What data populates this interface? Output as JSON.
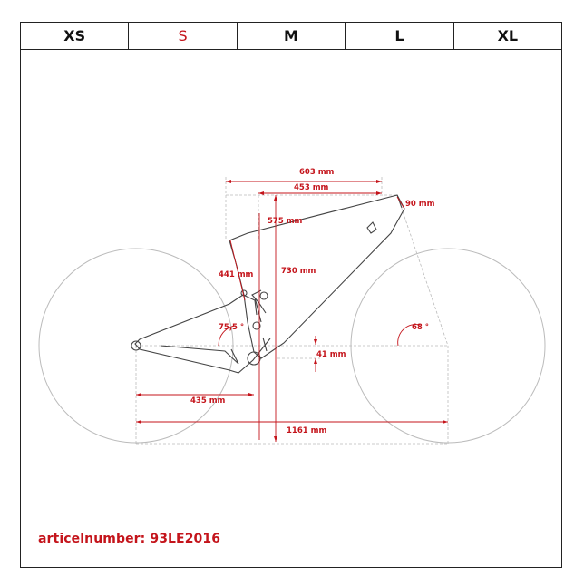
{
  "tabs": [
    {
      "label": "XS",
      "active": false
    },
    {
      "label": "S",
      "active": true
    },
    {
      "label": "M",
      "active": false
    },
    {
      "label": "L",
      "active": false
    },
    {
      "label": "XL",
      "active": false
    }
  ],
  "measurements": {
    "reach_top": "603 mm",
    "top_tube": "453 mm",
    "stack": "575 mm",
    "head_tube": "90 mm",
    "seat_tube": "441 mm",
    "wheelbase_height": "730 mm",
    "seat_angle": "75,5 °",
    "head_angle": "68 °",
    "bb_drop": "41 mm",
    "chainstay": "435 mm",
    "wheelbase": "1161 mm"
  },
  "article": {
    "label": "articelnumber: 93LE2016"
  },
  "colors": {
    "accent": "#c4141b",
    "frame_line": "#444444",
    "wheel_line": "#bbbbbb"
  }
}
